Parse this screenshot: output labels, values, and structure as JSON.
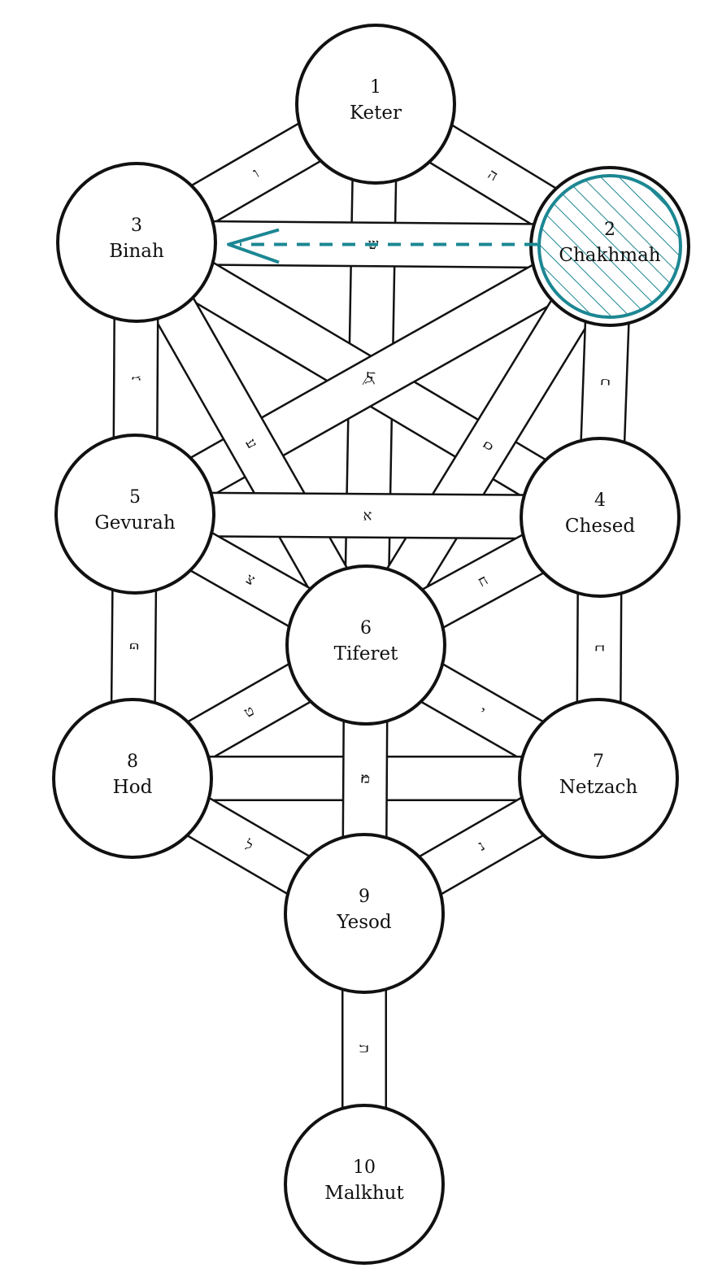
{
  "colors": {
    "line": "#111111",
    "background": "#ffffff",
    "highlight": "#1c8793"
  },
  "sefirot": [
    {
      "id": "keter",
      "number": "1",
      "name": "Keter"
    },
    {
      "id": "chakhmah",
      "number": "2",
      "name": "Chakhmah",
      "highlighted": true
    },
    {
      "id": "binah",
      "number": "3",
      "name": "Binah"
    },
    {
      "id": "chesed",
      "number": "4",
      "name": "Chesed"
    },
    {
      "id": "gevurah",
      "number": "5",
      "name": "Gevurah"
    },
    {
      "id": "tiferet",
      "number": "6",
      "name": "Tiferet"
    },
    {
      "id": "netzach",
      "number": "7",
      "name": "Netzach"
    },
    {
      "id": "hod",
      "number": "8",
      "name": "Hod"
    },
    {
      "id": "yesod",
      "number": "9",
      "name": "Yesod"
    },
    {
      "id": "malkhut",
      "number": "10",
      "name": "Malkhut"
    }
  ],
  "paths": [
    {
      "from": "keter",
      "to": "binah",
      "letter": "ו"
    },
    {
      "from": "keter",
      "to": "chakhmah",
      "letter": "ה"
    },
    {
      "from": "keter",
      "to": "tiferet",
      "letter": "ד"
    },
    {
      "from": "chakhmah",
      "to": "binah",
      "letter": "ש"
    },
    {
      "from": "binah",
      "to": "chesed",
      "letter": "ק"
    },
    {
      "from": "chakhmah",
      "to": "gevurah",
      "letter": "ז"
    },
    {
      "from": "binah",
      "to": "tiferet",
      "letter": "ע"
    },
    {
      "from": "chakhmah",
      "to": "tiferet",
      "letter": "ס"
    },
    {
      "from": "binah",
      "to": "gevurah",
      "letter": "ג"
    },
    {
      "from": "chakhmah",
      "to": "chesed",
      "letter": "כ"
    },
    {
      "from": "gevurah",
      "to": "chesed",
      "letter": "א"
    },
    {
      "from": "gevurah",
      "to": "tiferet",
      "letter": "צ"
    },
    {
      "from": "chesed",
      "to": "tiferet",
      "letter": "ח"
    },
    {
      "from": "gevurah",
      "to": "hod",
      "letter": "פ"
    },
    {
      "from": "chesed",
      "to": "netzach",
      "letter": "ב"
    },
    {
      "from": "hod",
      "to": "tiferet",
      "letter": "ט"
    },
    {
      "from": "netzach",
      "to": "tiferet",
      "letter": "י"
    },
    {
      "from": "hod",
      "to": "netzach",
      "letter": "מ"
    },
    {
      "from": "tiferet",
      "to": "yesod",
      "letter": "ר"
    },
    {
      "from": "hod",
      "to": "yesod",
      "letter": "ל"
    },
    {
      "from": "netzach",
      "to": "yesod",
      "letter": "נ"
    },
    {
      "from": "yesod",
      "to": "malkhut",
      "letter": "ת"
    }
  ],
  "arrow": {
    "from": "chakhmah",
    "to": "binah",
    "style": "dashed"
  }
}
